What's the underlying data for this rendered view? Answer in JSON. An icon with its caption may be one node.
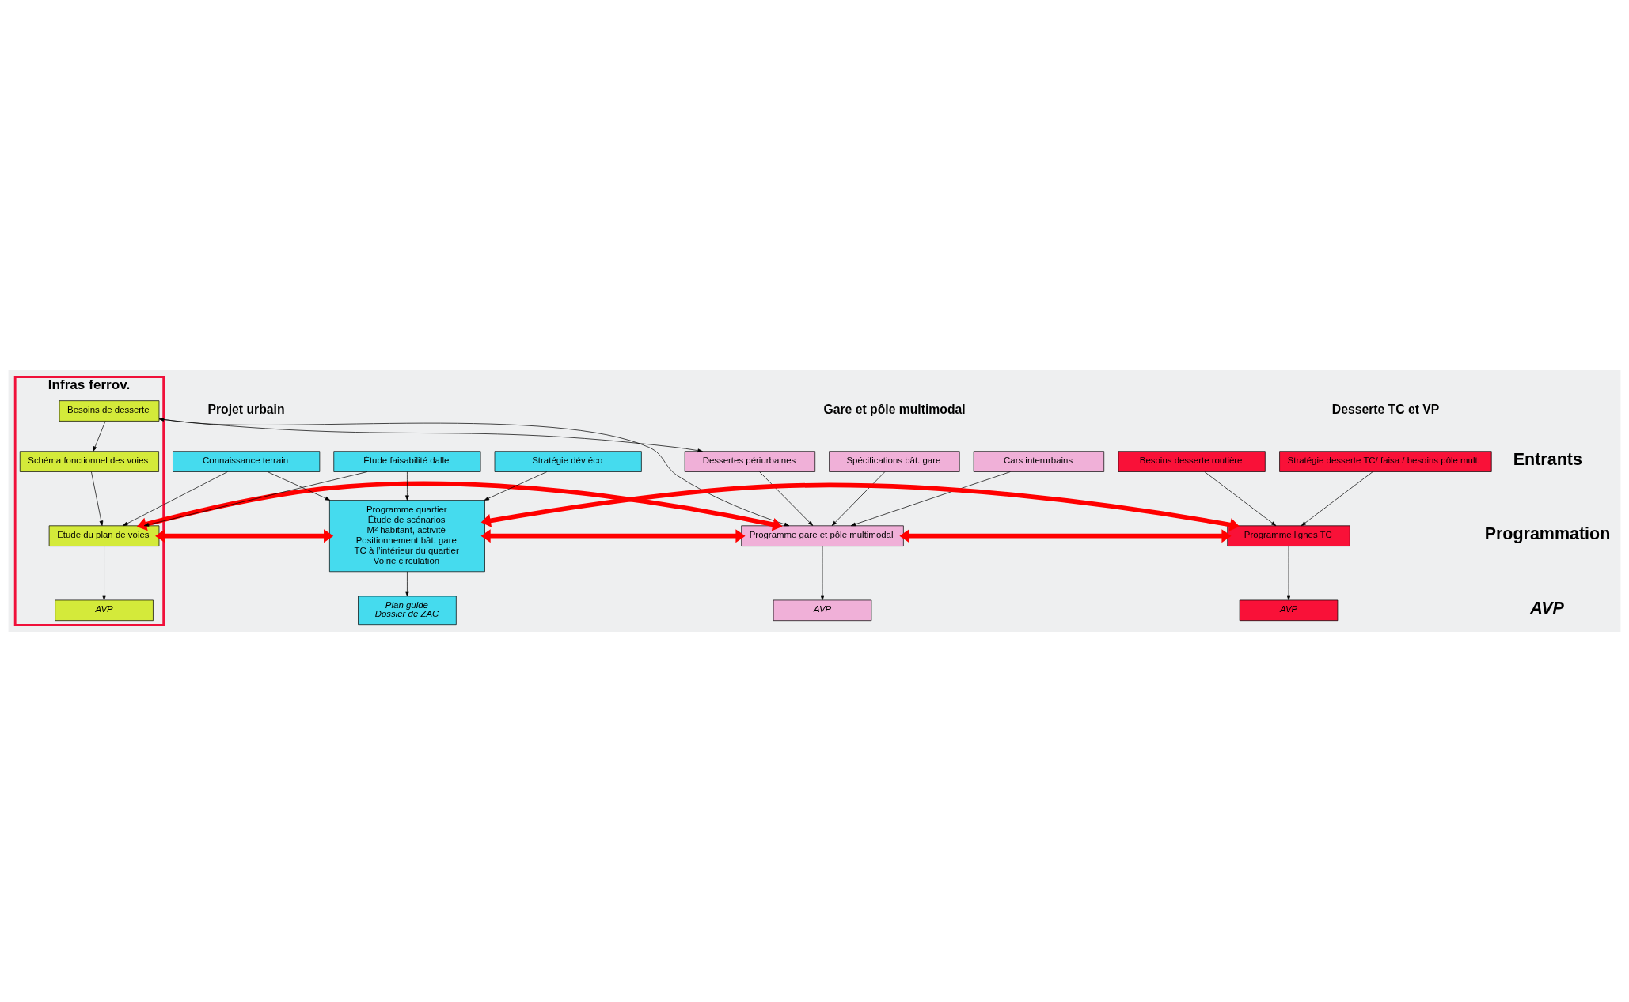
{
  "diagram": {
    "nodes": [
      {
        "text": [
          "Infras ferrov."
        ]
      },
      {
        "text": [
          "Besoins de desserte"
        ],
        "in": 0
      },
      {
        "text": [
          "Spécifications bât. gare"
        ]
      },
      {
        "text": [
          "Cars interurbains"
        ]
      },
      {
        "text": [
          "Dessertes périurbaines"
        ]
      },
      {
        "text": [
          "Connaissance terrain"
        ]
      },
      {
        "text": [
          "Étude faisabilité dalle"
        ]
      },
      {
        "text": [
          "Stratégie dév éco"
        ]
      },
      {
        "text": [
          "Stratégie desserte TC/ faisa / besoins pôle mult."
        ]
      },
      {
        "text": [
          "Besoins desserte routière"
        ]
      },
      {
        "text": [
          "Schéma fonctionnel des voies"
        ],
        "in": 0
      },
      {
        "text": [
          "Programme gare et pôle multimodal"
        ]
      },
      {
        "text": [
          "Programme quartier",
          "Étude de scénarios",
          "M² habitant, activité",
          "Positionnement bât. gare",
          "TC à l’intérieur du quartier",
          "Voirie circulation"
        ]
      },
      {
        "text": [
          "Programme lignes TC"
        ]
      },
      {
        "text": [
          "Etude du plan de voies"
        ],
        "in": 0
      },
      {
        "text": [
          "AVP"
        ],
        "in": 0
      },
      {
        "text": [
          "AVP"
        ]
      },
      {
        "text": [
          "Plan guide",
          "Dossier de ZAC"
        ]
      },
      {
        "text": [
          "AVP"
        ]
      }
    ],
    "edges": [
      {
        "from": 1,
        "to": 4,
        "arrow": "both"
      },
      {
        "from": 1,
        "to": 10,
        "arrow": "to"
      },
      {
        "from": 1,
        "to": 11,
        "arrow": "to"
      },
      {
        "from": 2,
        "to": 11,
        "arrow": "to"
      },
      {
        "from": 4,
        "to": 11,
        "arrow": "to"
      },
      {
        "from": 3,
        "to": 11,
        "arrow": "to"
      },
      {
        "from": 5,
        "to": 14,
        "arrow": "to"
      },
      {
        "from": 6,
        "to": 14,
        "arrow": "to"
      },
      {
        "from": 7,
        "to": 12,
        "arrow": "to"
      },
      {
        "from": 6,
        "to": 12,
        "arrow": "to"
      },
      {
        "from": 5,
        "to": 12,
        "arrow": "to"
      },
      {
        "from": 8,
        "to": 13,
        "arrow": "to"
      },
      {
        "from": 9,
        "to": 13,
        "arrow": "to"
      },
      {
        "from": 10,
        "to": 14,
        "arrow": "to"
      },
      {
        "from": 14,
        "to": 15,
        "arrow": "to"
      },
      {
        "from": 11,
        "to": 16,
        "arrow": "to"
      },
      {
        "from": 12,
        "to": 17,
        "arrow": "to"
      },
      {
        "from": 13,
        "to": 18,
        "arrow": "to"
      },
      {
        "from": 11,
        "to": 12,
        "arrow": "both",
        "style": "thick",
        "color": "#ff0000"
      },
      {
        "from": 12,
        "to": 13,
        "arrow": "both",
        "style": "thick",
        "color": "#ff0000"
      },
      {
        "from": 14,
        "to": 11,
        "arrow": "both",
        "style": "thick",
        "color": "#ff0000"
      },
      {
        "from": 14,
        "to": 12,
        "arrow": "both",
        "style": "thick",
        "color": "#ff0000"
      },
      {
        "from": 11,
        "to": 13,
        "arrow": "both",
        "style": "thick",
        "color": "#ff0000"
      }
    ],
    "labels": [
      "Gare et pôle multimodal",
      "Projet urbain",
      "Desserte TC et VP",
      "Entrants",
      "Programmation",
      "AVP"
    ]
  }
}
